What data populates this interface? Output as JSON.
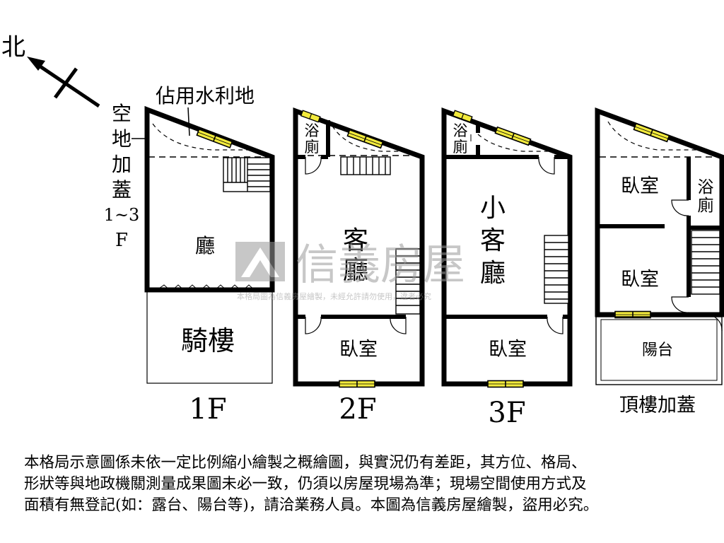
{
  "compass": {
    "label": "北"
  },
  "annotations": {
    "occupied_land": "佔用水利地",
    "empty_land_lines": [
      "空",
      "地",
      "加",
      "蓋",
      "1~3",
      "F"
    ]
  },
  "floors": {
    "f1": {
      "label": "1F",
      "rooms": {
        "hall": "廳",
        "arcade": "騎樓"
      }
    },
    "f2": {
      "label": "2F",
      "rooms": {
        "bath_lines": [
          "浴",
          "廁"
        ],
        "living_lines": [
          "客",
          "廳"
        ],
        "bedroom": "臥室"
      }
    },
    "f3": {
      "label": "3F",
      "rooms": {
        "bath_lines": [
          "浴",
          "廁"
        ],
        "small_living_lines": [
          "小",
          "客",
          "廳"
        ],
        "bedroom": "臥室"
      }
    },
    "roof": {
      "label": "頂樓加蓋",
      "rooms": {
        "bedroom_upper": "臥室",
        "bath_lines": [
          "浴",
          "廁"
        ],
        "bedroom_lower": "臥室",
        "balcony": "陽台"
      }
    }
  },
  "watermark": {
    "brand": "信義房屋",
    "notice": "本格局圖為信義房屋繪製，未經允許請勿使用，違者必究"
  },
  "disclaimer": {
    "lines": [
      "本格局示意圖係未依一定比例縮小繪製之概繪圖，與實況仍有差距，其方位、格局、",
      "形狀等與地政機關測量成果圖未必一致，仍須以房屋現場為準；現場空間使用方式及",
      "面積有無登記(如：露台、陽台等)，請洽業務人員。本圖為信義房屋繪製，盜用必究。"
    ]
  },
  "colors": {
    "wall": "#000000",
    "window": "#f2ea3c",
    "watermark": "#bdbdbd"
  }
}
